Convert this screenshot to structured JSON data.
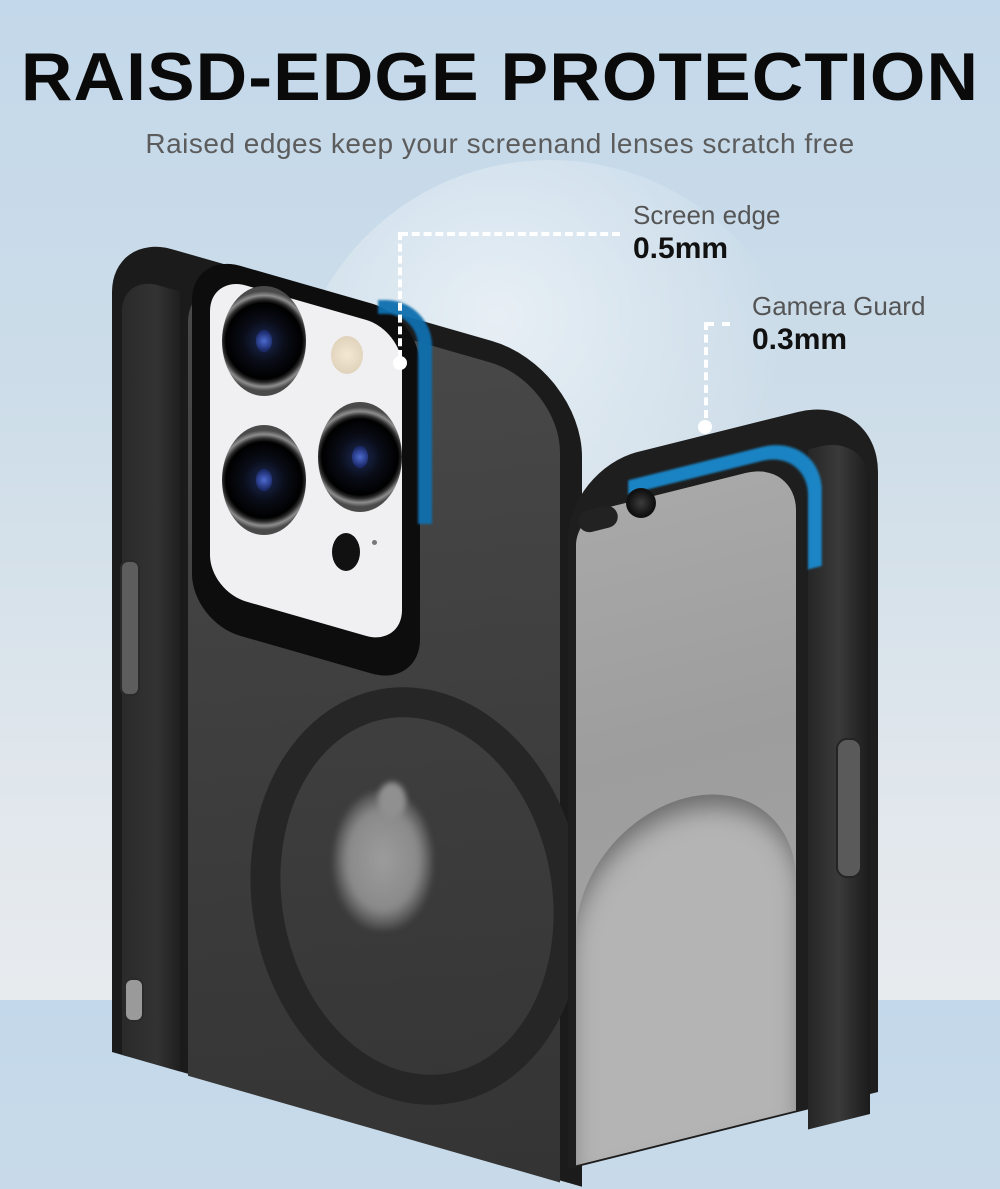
{
  "headline": "RAISD-EDGE PROTECTION",
  "subheadline": "Raised edges keep your screenand lenses scratch free",
  "callouts": [
    {
      "label": "Screen edge",
      "value": "0.5mm"
    },
    {
      "label": "Gamera Guard",
      "value": "0.3mm"
    }
  ],
  "colors": {
    "background_top": "#c3d8ea",
    "background_bottom": "#e8ebee",
    "accent_rim": "#0f6fae",
    "case": "#1b1b1b",
    "headline": "#0a0a0a",
    "subheadline": "#5c5c5c"
  },
  "product": {
    "left_phone": "back-view-with-case",
    "right_phone": "front-view-with-case"
  }
}
